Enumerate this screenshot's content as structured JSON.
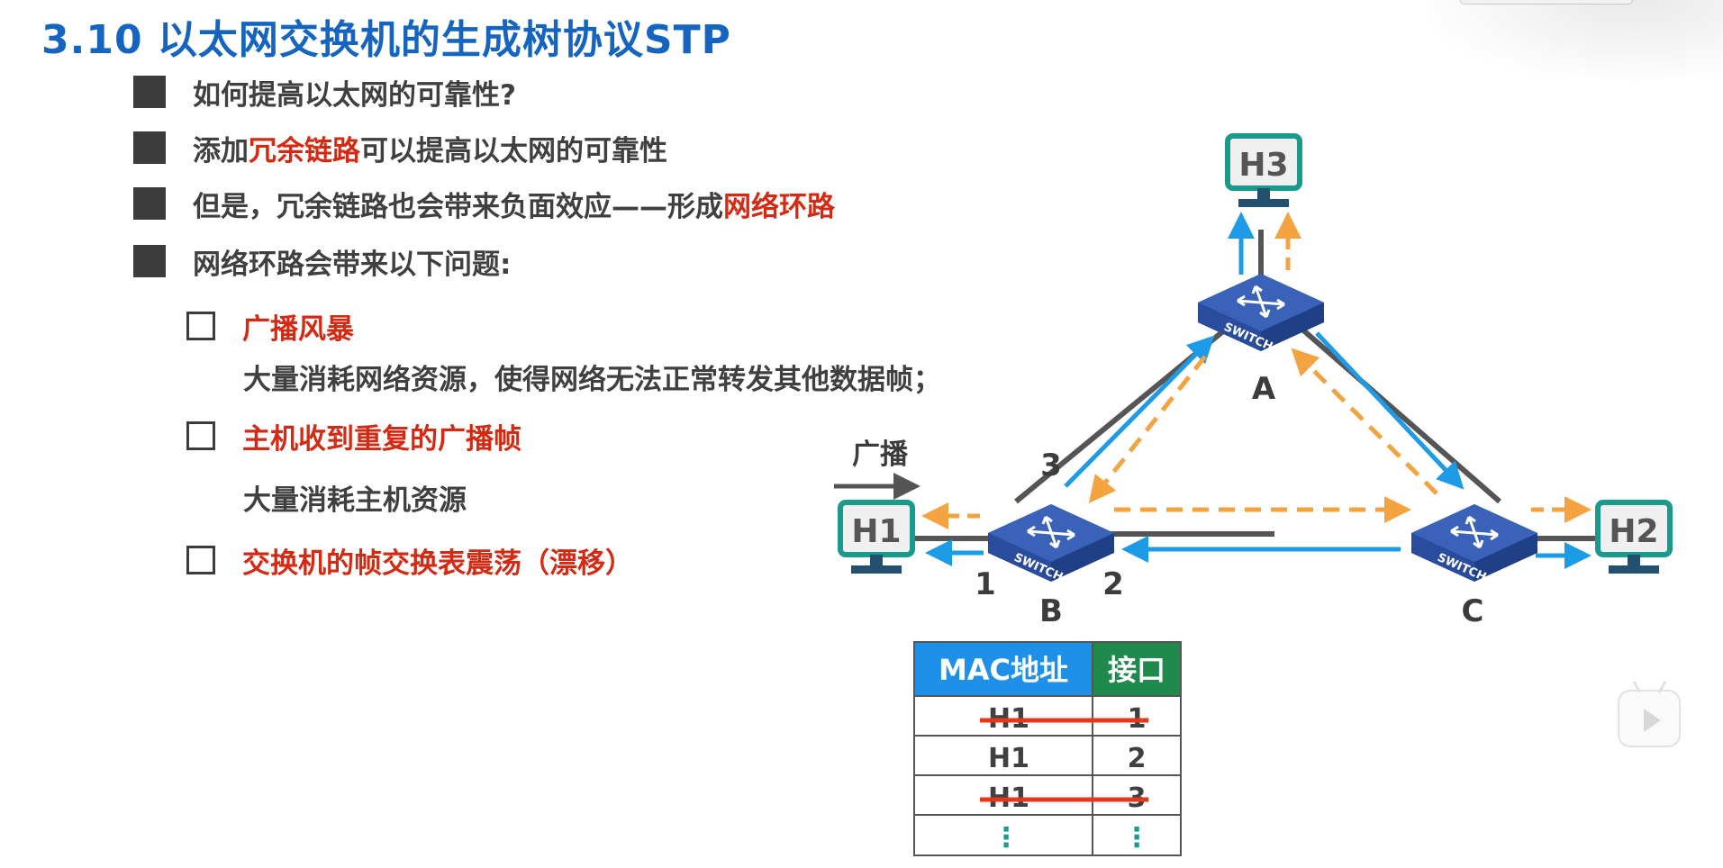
{
  "title": "3.10 以太网交换机的生成树协议STP",
  "bullets": [
    {
      "segments": [
        "如何提高以太网的可靠性?"
      ]
    },
    {
      "segments": [
        "添加",
        "冗余链路",
        "可以提高以太网的可靠性"
      ]
    },
    {
      "segments": [
        "但是，冗余链路也会带来负面效应——形成",
        "网络环路"
      ]
    },
    {
      "segments": [
        "网络环路会带来以下问题:"
      ]
    }
  ],
  "problems": [
    {
      "title": "广播风暴",
      "desc": "大量消耗网络资源，使得网络无法正常转发其他数据帧；"
    },
    {
      "title": "主机收到重复的广播帧",
      "desc": "大量消耗主机资源"
    },
    {
      "title": "交换机的帧交换表震荡（漂移）",
      "desc": ""
    }
  ],
  "diagram": {
    "hosts": {
      "h1": "H1",
      "h2": "H2",
      "h3": "H3"
    },
    "switches": {
      "a": "A",
      "b": "B",
      "c": "C"
    },
    "switch_text": "SWITCH",
    "ports": {
      "p1": "1",
      "p2": "2",
      "p3": "3"
    },
    "broadcast_label": "广播"
  },
  "mac_table": {
    "headers": [
      "MAC地址",
      "接口"
    ],
    "rows": [
      {
        "mac": "H1",
        "port": "1",
        "struck": true
      },
      {
        "mac": "H1",
        "port": "2",
        "struck": false
      },
      {
        "mac": "H1",
        "port": "3",
        "struck": true
      },
      {
        "mac": "⋮",
        "port": "⋮",
        "struck": false
      }
    ]
  },
  "colors": {
    "title": "#1565c0",
    "highlight": "#d42a13",
    "blue_arrow": "#1e9be6",
    "orange_arrow": "#f4a341",
    "switch": "#2e4f99",
    "host_border": "#1a9a8c",
    "mac_header": "#1e90e8",
    "port_header": "#1f8a4c"
  }
}
